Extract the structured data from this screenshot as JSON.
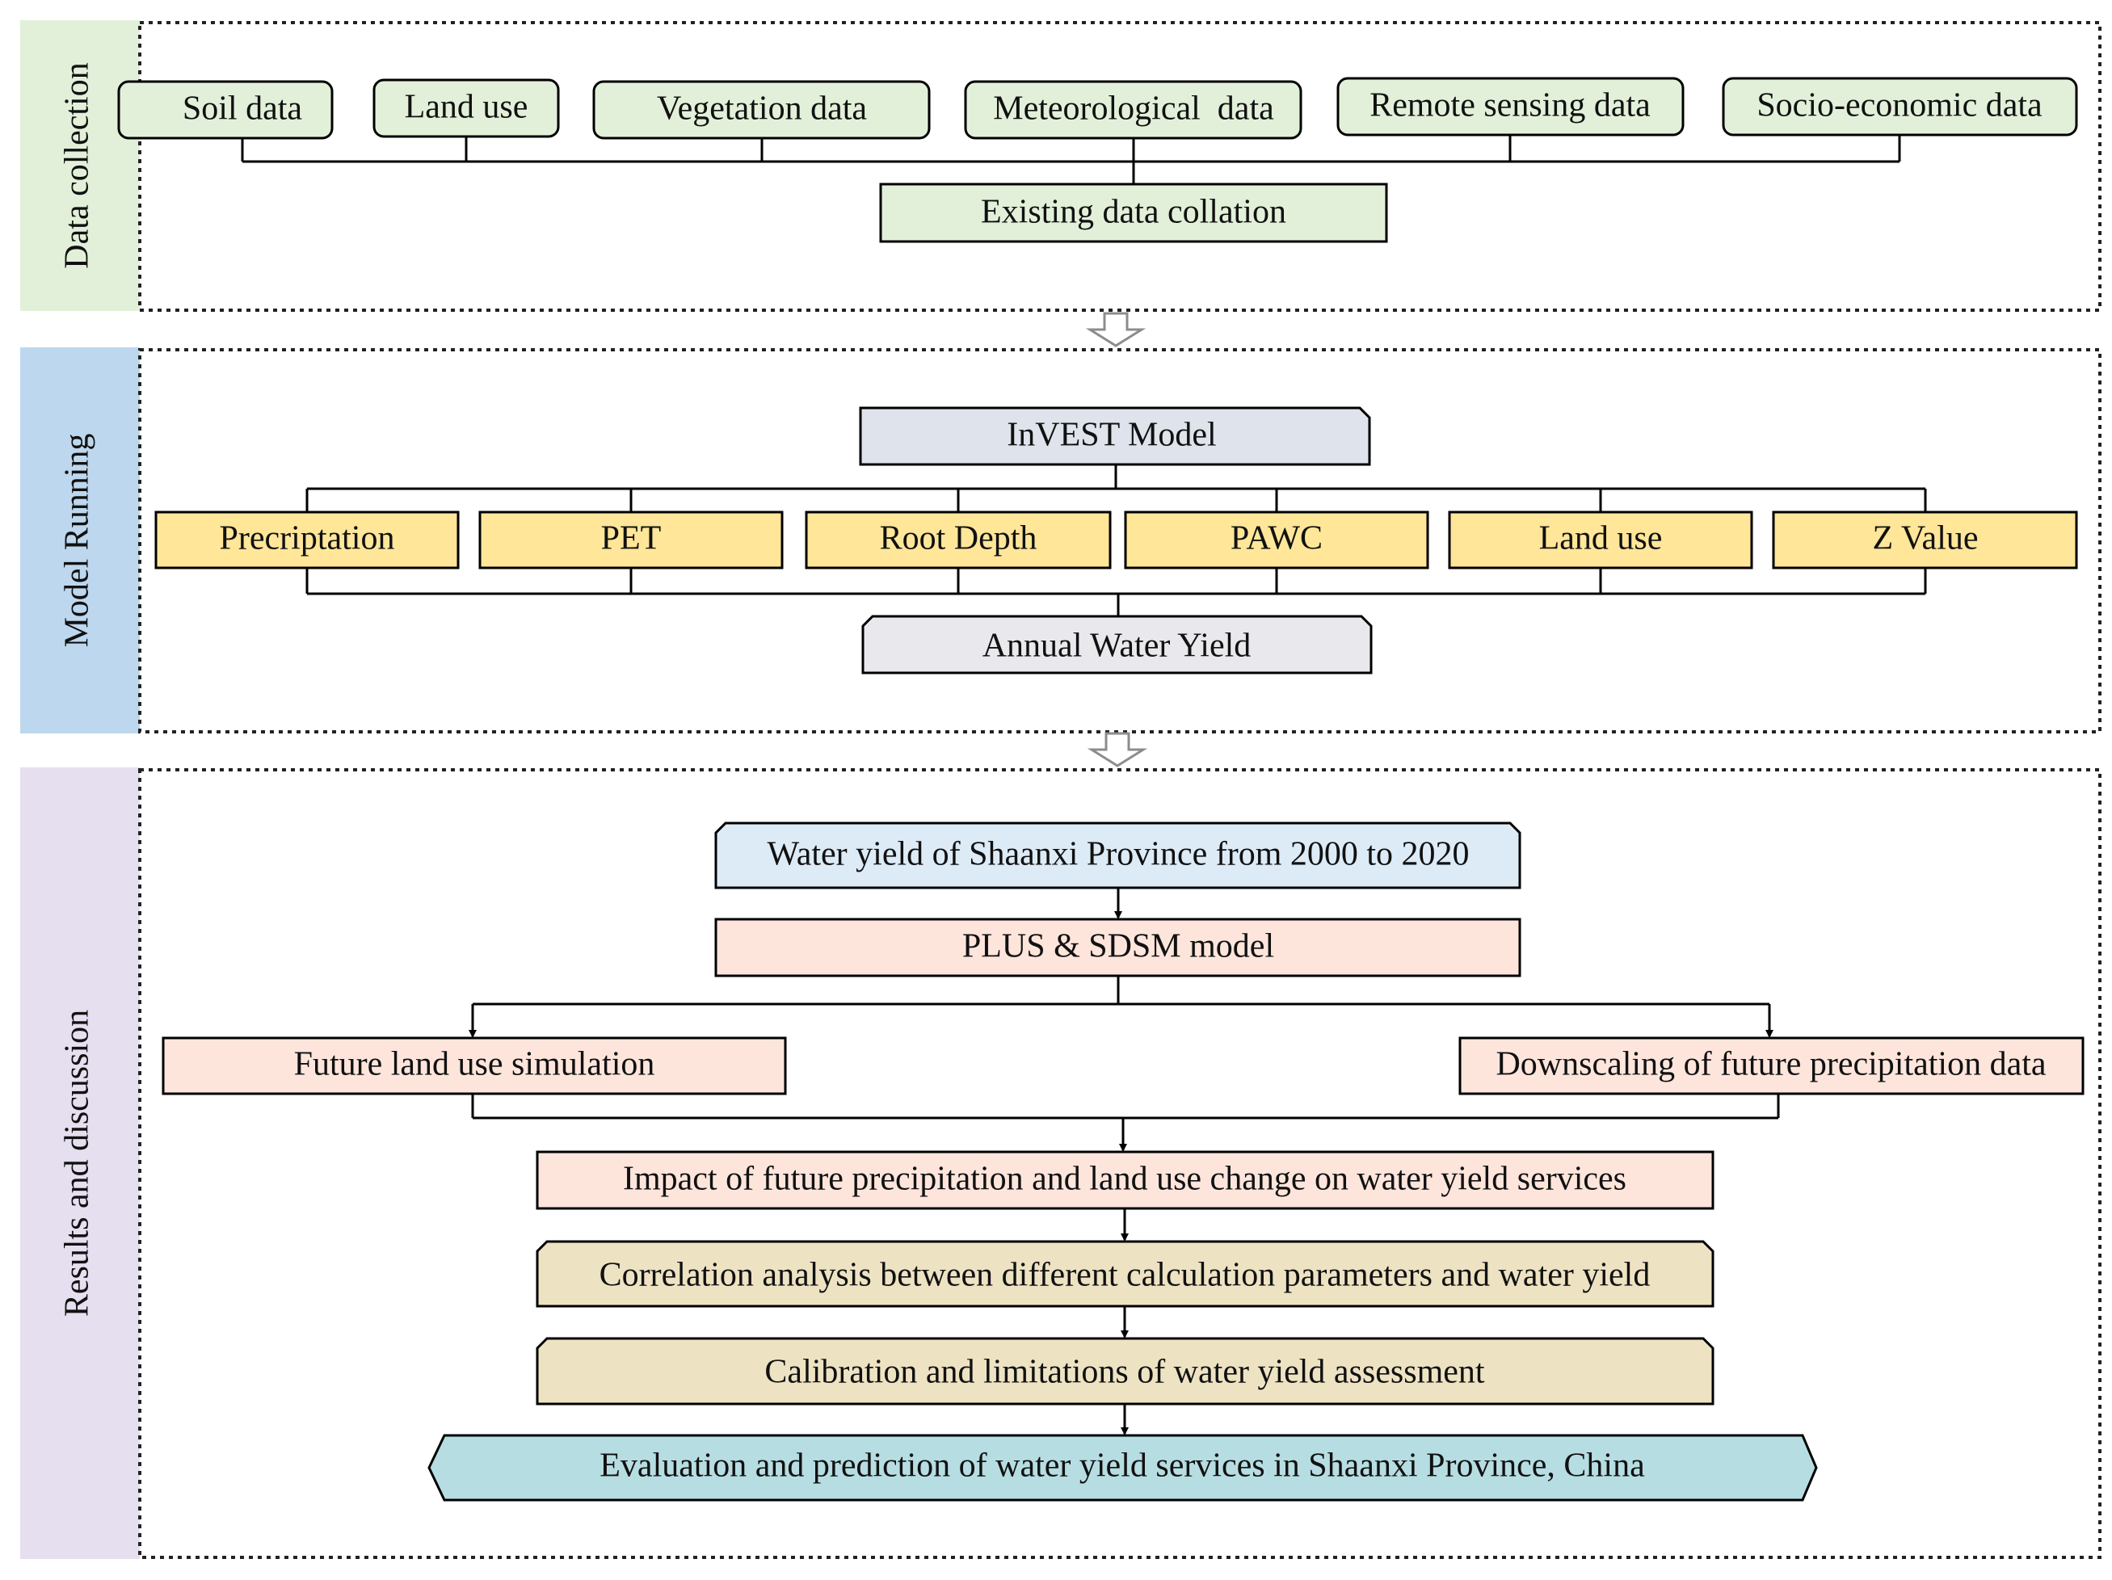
{
  "sections": {
    "data_collection": {
      "label": "Data collection",
      "inputs": [
        "Soil data",
        "Land use",
        "Vegetation data",
        "Meteorological  data",
        "Remote sensing data",
        "Socio-economic data"
      ],
      "output": "Existing data collation"
    },
    "model_running": {
      "label": "Model Running",
      "model": "InVEST Model",
      "parameters": [
        "Precriptation",
        "PET",
        "Root Depth",
        "PAWC",
        "Land use",
        "Z Value"
      ],
      "output": "Annual Water Yield"
    },
    "results": {
      "label": "Results and discussion",
      "water_yield": "Water yield of Shaanxi Province from 2000 to 2020",
      "models": "PLUS & SDSM model",
      "land_sim": "Future land use simulation",
      "downscaling": "Downscaling of future precipitation data",
      "impact": "Impact of future precipitation and land use change on water yield services",
      "correlation": "Correlation analysis between different calculation parameters and water yield",
      "calibration": "Calibration and limitations of water yield assessment",
      "evaluation": "Evaluation and prediction of water yield services in Shaanxi Province, China"
    }
  },
  "colors": {
    "data_collection": "#e2f0d9",
    "model_running": "#bdd7ee",
    "results": "#e6dff0",
    "input_box": "#e2f0d9",
    "model_box": "#dee3ec",
    "param_box": "#ffe699",
    "output_box": "#e9e8ec",
    "water_yield_box": "#ddebf7",
    "pink_box": "#fde5dc",
    "tan_box": "#ede3c3",
    "final_box": "#b6dde2"
  }
}
